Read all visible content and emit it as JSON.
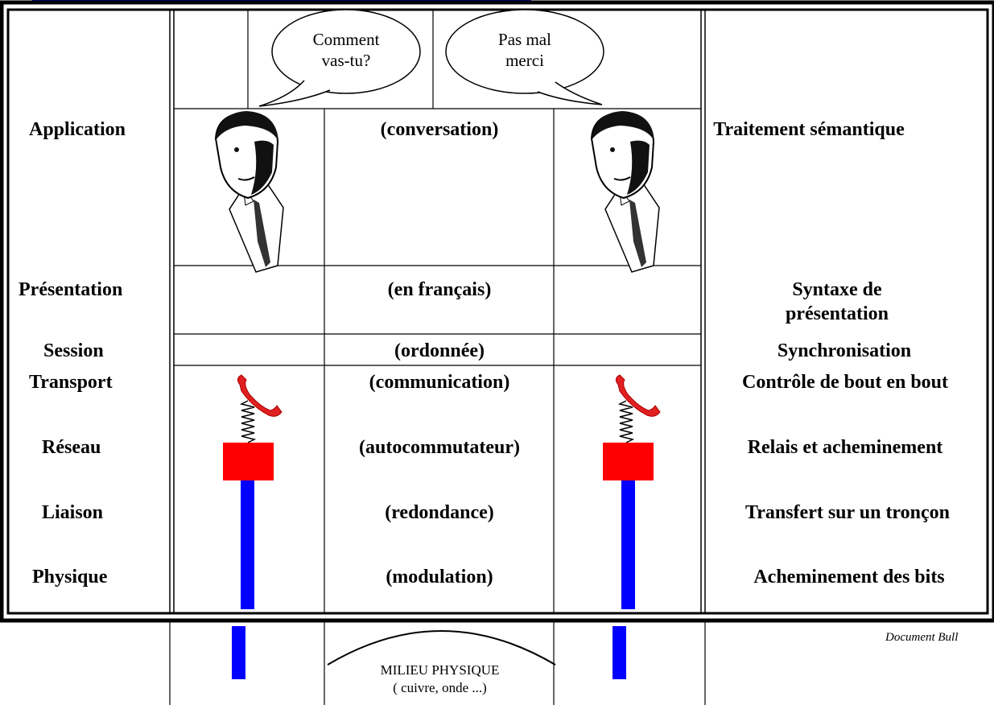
{
  "bubbles": {
    "left": [
      "Comment",
      "vas-tu?"
    ],
    "right": [
      "Pas mal",
      "merci"
    ]
  },
  "layers": [
    {
      "name": "Application",
      "protocol": "(conversation)",
      "function": "Traitement sémantique"
    },
    {
      "name": "Présentation",
      "protocol": "(en français)",
      "function": "Syntaxe de présentation"
    },
    {
      "name": "Session",
      "protocol": "(ordonnée)",
      "function": "Synchronisation"
    },
    {
      "name": "Transport",
      "protocol": "(communication)",
      "function": "Contrôle de bout en bout"
    },
    {
      "name": "Réseau",
      "protocol": "(autocommutateur)",
      "function": "Relais et acheminement"
    },
    {
      "name": "Liaison",
      "protocol": "(redondance)",
      "function": "Transfert sur un tronçon"
    },
    {
      "name": "Physique",
      "protocol": "(modulation)",
      "function": "Acheminement des bits"
    }
  ],
  "medium": {
    "line1": "MILIEU PHYSIQUE",
    "line2": "( cuivre, onde ...)"
  },
  "source": "Document Bull",
  "colors": {
    "phone": "#e02020",
    "switch": "#ff0000",
    "cable": "#0000ff",
    "border": "#000000",
    "header": "#0000cc"
  }
}
